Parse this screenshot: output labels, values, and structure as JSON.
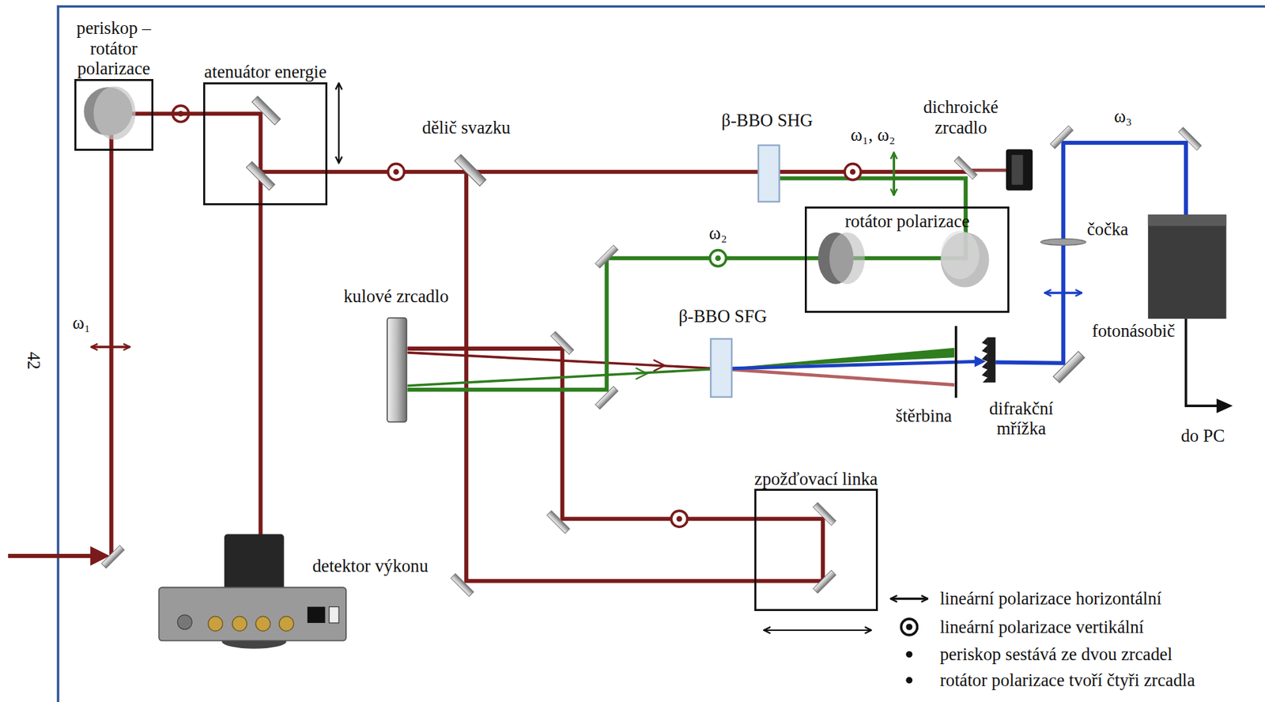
{
  "diagram": {
    "nodes": [
      {
        "text": [
          "periskop – rotátor polarizace"
        ]
      },
      {
        "text": [
          "atenuátor energie"
        ]
      },
      {
        "text": [
          "rotátor polarizace"
        ]
      },
      {
        "text": [
          "zpožďovací linka"
        ]
      }
    ],
    "edges": [
      {
        "from": 0,
        "to": 1,
        "arrow": "none"
      }
    ],
    "labels": [
      "dělič svazku",
      "β-BBO SHG",
      "ω₁, ω₂",
      "dichroické zrcadlo",
      "ω₃",
      "ω₂",
      "čočka",
      "kulové zrcadlo",
      "β-BBO SFG",
      "fotonásobič",
      "ω₁",
      "42",
      "štěrbina",
      "difrakční mřížka",
      "do PC",
      "detektor výkonu"
    ],
    "legend": [
      {
        "text": "lineární polarizace horizontální"
      },
      {
        "text": "lineární polarizace vertikální"
      },
      {
        "text": "periskop sestává ze dvou zrcadel"
      },
      {
        "text": "rotátor polarizace tvoří čtyři zrcadla"
      }
    ]
  }
}
